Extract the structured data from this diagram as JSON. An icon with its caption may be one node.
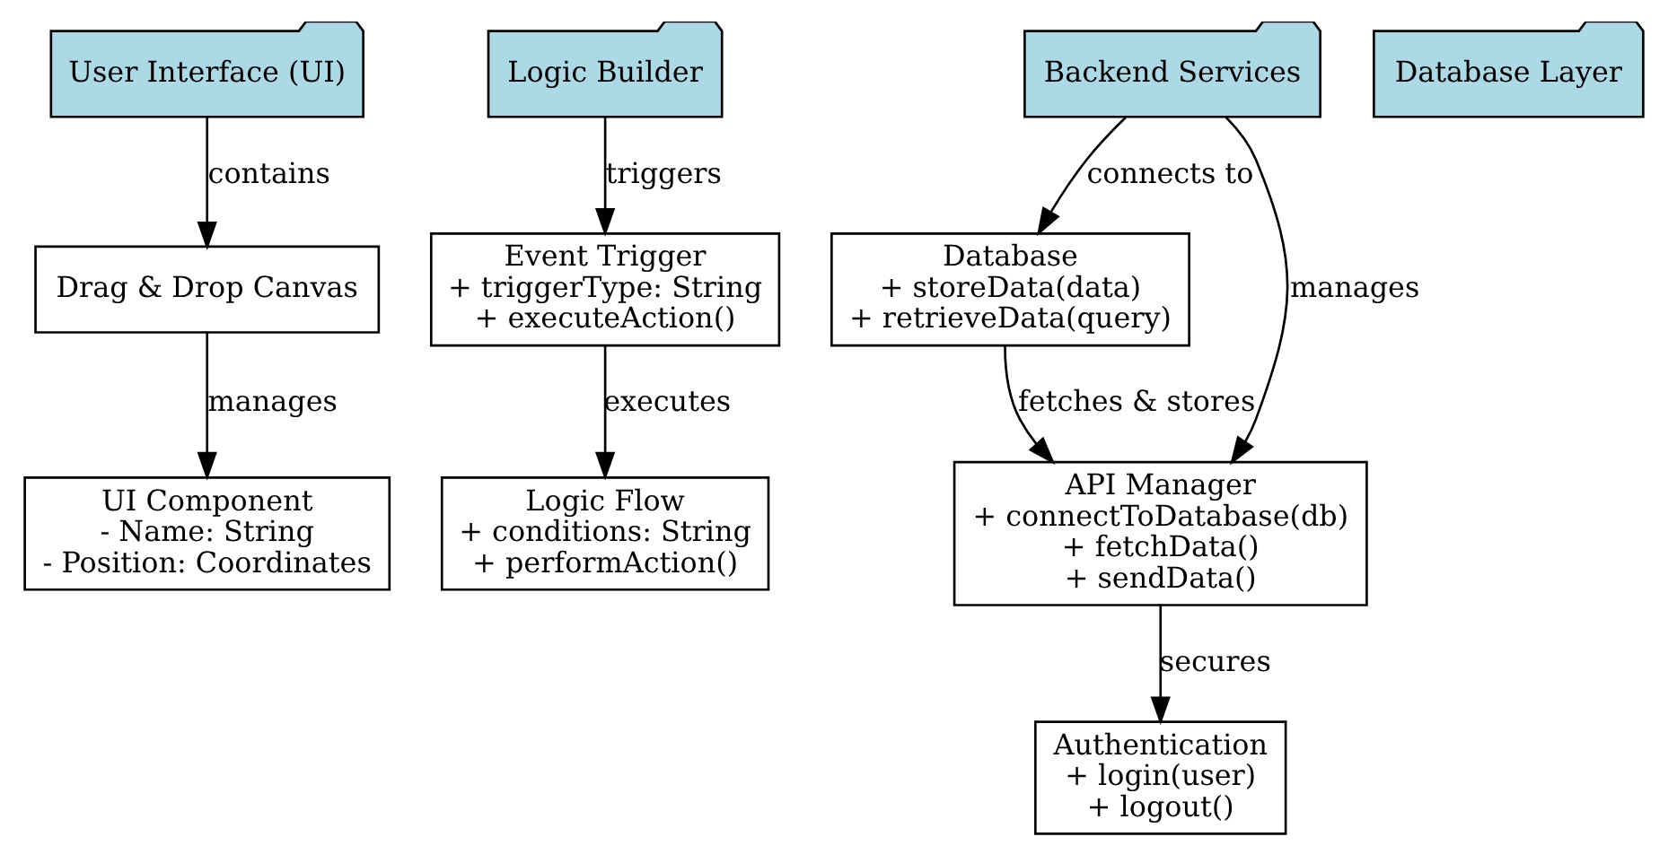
{
  "diagram": {
    "nodes": [
      {
        "text": [
          "User Interface (UI)"
        ]
      },
      {
        "text": [
          "Logic Builder"
        ]
      },
      {
        "text": [
          "Backend Services"
        ]
      },
      {
        "text": [
          "Database Layer"
        ]
      },
      {
        "text": [
          "Drag & Drop Canvas"
        ]
      },
      {
        "text": [
          "Event Trigger",
          "+ triggerType: String",
          "+ executeAction()"
        ]
      },
      {
        "text": [
          "Database",
          "+ storeData(data)",
          "+ retrieveData(query)"
        ]
      },
      {
        "text": [
          "UI Component",
          "- Name: String",
          "- Position: Coordinates"
        ]
      },
      {
        "text": [
          "Logic Flow",
          "+ conditions: String",
          "+ performAction()"
        ]
      },
      {
        "text": [
          "API Manager",
          "+ connectToDatabase(db)",
          "+ fetchData()",
          "+ sendData()"
        ]
      },
      {
        "text": [
          "Authentication",
          "+ login(user)",
          "+ logout()"
        ]
      }
    ],
    "edges": [
      {
        "from": 0,
        "to": 4,
        "arrow": "to",
        "label": "contains"
      },
      {
        "from": 4,
        "to": 7,
        "arrow": "to",
        "label": "manages"
      },
      {
        "from": 1,
        "to": 5,
        "arrow": "to",
        "label": "triggers"
      },
      {
        "from": 5,
        "to": 8,
        "arrow": "to",
        "label": "executes"
      },
      {
        "from": 2,
        "to": 9,
        "arrow": "to",
        "label": "manages"
      },
      {
        "from": 2,
        "to": 6,
        "arrow": "to",
        "label": "connects to"
      },
      {
        "from": 6,
        "to": 9,
        "arrow": "to",
        "label": "fetches & stores"
      },
      {
        "from": 9,
        "to": 10,
        "arrow": "to",
        "label": "secures"
      }
    ]
  }
}
